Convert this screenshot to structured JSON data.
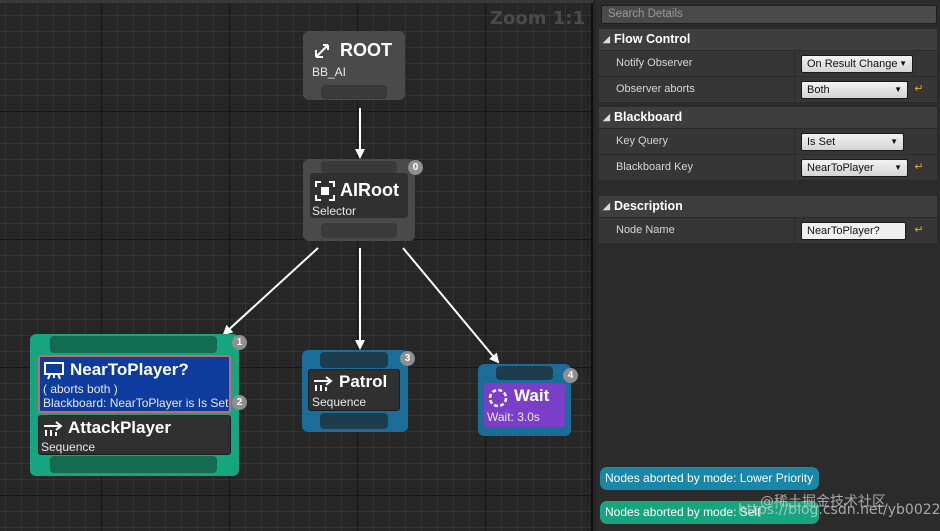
{
  "graph": {
    "zoom_label": "Zoom 1:1",
    "nodes": {
      "root": {
        "title": "ROOT",
        "subtitle": "BB_AI"
      },
      "airoot": {
        "title": "AIRoot",
        "subtitle": "Selector",
        "index": "0"
      },
      "near_to_player": {
        "title": "NearToPlayer?",
        "line1": "( aborts both )",
        "line2": "Blackboard: NearToPlayer is Is Set",
        "index": "2"
      },
      "attack_player": {
        "title": "AttackPlayer",
        "subtitle": "Sequence",
        "index": "1"
      },
      "patrol": {
        "title": "Patrol",
        "subtitle": "Sequence",
        "index": "3"
      },
      "wait": {
        "title": "Wait",
        "subtitle": "Wait: 3.0s",
        "index": "4"
      }
    },
    "colors": {
      "sequence_green": "#17a57f",
      "task_blue": "#1a6c99",
      "decorator_blue": "#0d3b9e",
      "wait_purple": "#7a3ec9",
      "node_gray": "#4a4a4a",
      "index_gray": "#8f8f8f"
    },
    "icons": {
      "root": "root-arrow-icon",
      "selector": "selector-icon",
      "decorator": "blackboard-decorator-icon",
      "sequence": "sequence-icon",
      "wait": "wait-icon"
    }
  },
  "details": {
    "search_placeholder": "Search Details",
    "flow_control": {
      "header": "Flow Control",
      "notify_observer_label": "Notify Observer",
      "notify_observer_value": "On Result Change",
      "observer_aborts_label": "Observer aborts",
      "observer_aborts_value": "Both"
    },
    "blackboard": {
      "header": "Blackboard",
      "key_query_label": "Key Query",
      "key_query_value": "Is Set",
      "blackboard_key_label": "Blackboard Key",
      "blackboard_key_value": "NearToPlayer"
    },
    "description": {
      "header": "Description",
      "node_name_label": "Node Name",
      "node_name_value": "NearToPlayer?"
    },
    "legend": {
      "lower_priority": "Nodes aborted by mode: Lower Priority",
      "self": "Nodes aborted by mode: Self"
    },
    "legend_colors": {
      "lower_priority": "#1a86a8",
      "self": "#17a57f"
    }
  },
  "watermark": {
    "line1": "@稀土掘金技术社区",
    "line2": "https://blog.csdn.net/yb0022"
  }
}
